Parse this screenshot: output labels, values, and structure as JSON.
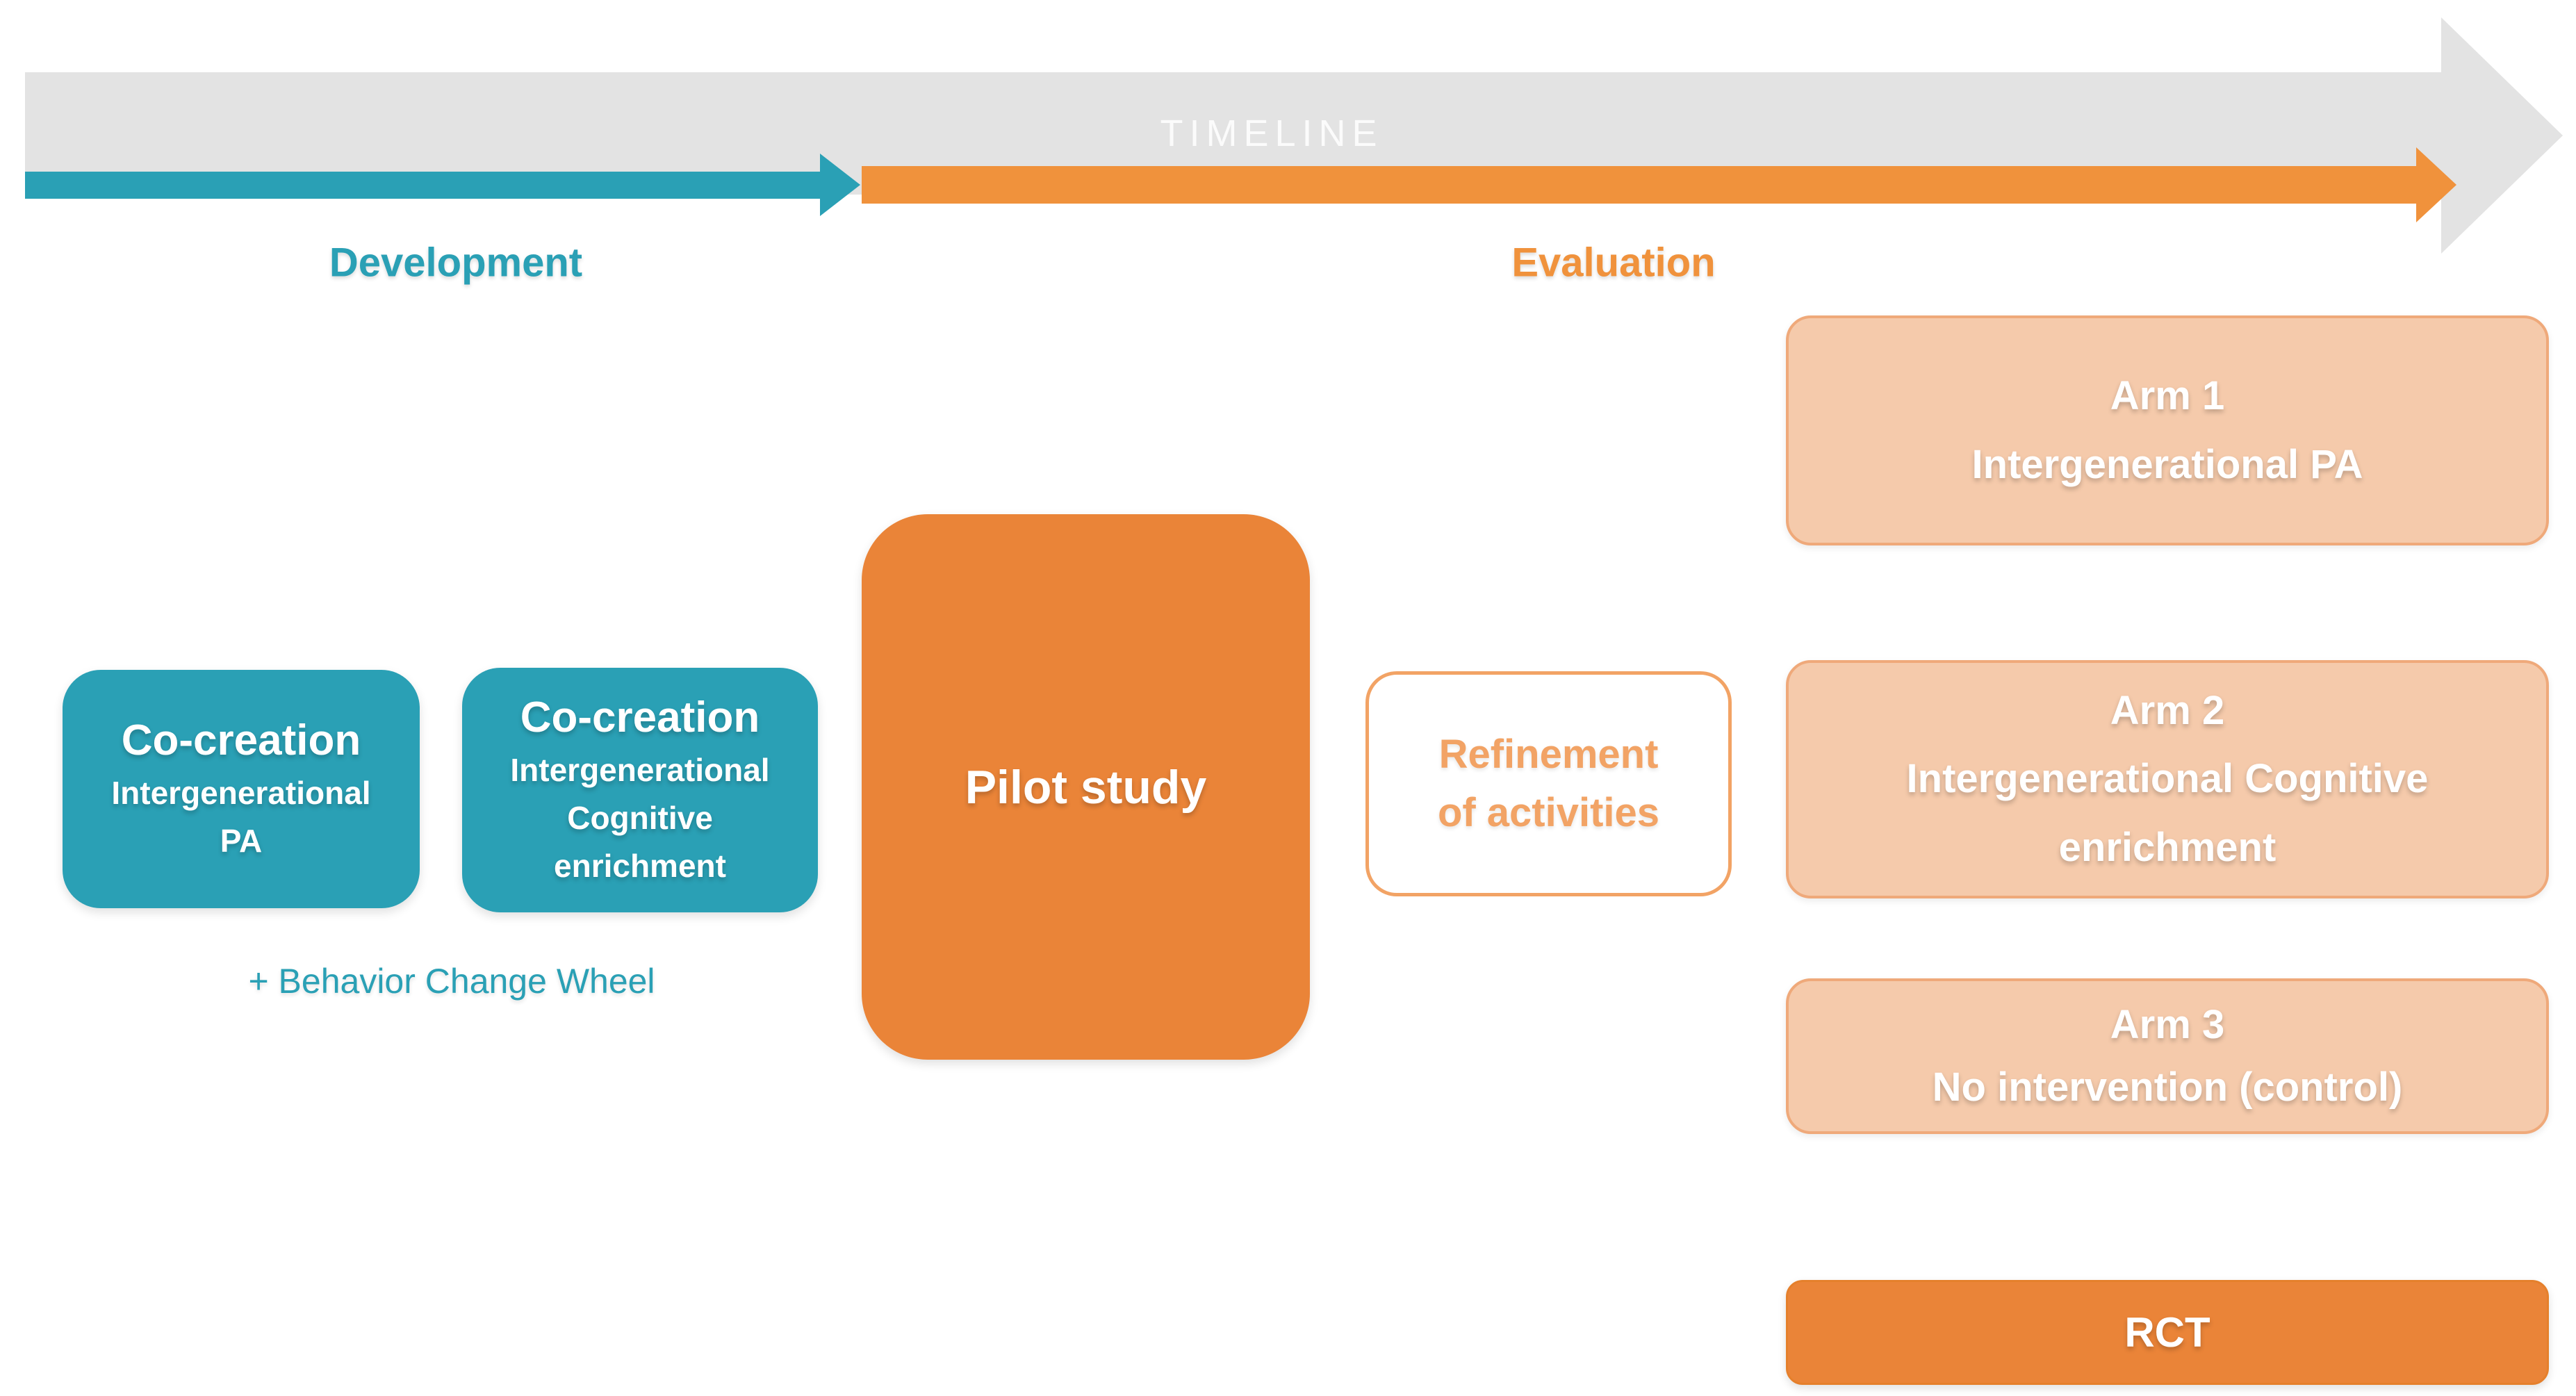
{
  "timeline": {
    "label": "TIMELINE",
    "development_label": "Development",
    "evaluation_label": "Evaluation"
  },
  "development": {
    "cocreation_pa": {
      "title": "Co-creation",
      "lines": [
        "Intergenerational",
        "PA"
      ]
    },
    "cocreation_cognitive": {
      "title": "Co-creation",
      "lines": [
        "Intergenerational",
        "Cognitive",
        "enrichment"
      ]
    },
    "note": "+ Behavior Change Wheel"
  },
  "pilot": {
    "label": "Pilot study"
  },
  "refinement": {
    "lines": [
      "Refinement",
      "of activities"
    ]
  },
  "arms": [
    {
      "title": "Arm 1",
      "lines": [
        "Intergenerational PA"
      ]
    },
    {
      "title": "Arm 2",
      "lines": [
        "Intergenerational Cognitive",
        "enrichment"
      ]
    },
    {
      "title": "Arm 3",
      "lines": [
        "No intervention (control)"
      ]
    }
  ],
  "rct": {
    "label": "RCT"
  },
  "colors": {
    "teal": "#2AA0B5",
    "orange": "#EA8438",
    "orange_arrow": "#F0923C",
    "arm_fill": "#F5CAAB",
    "arm_border": "#EFA97A",
    "refinement_accent": "#F2A365",
    "gray_arrow": "#E3E3E3",
    "timeline_text": "#FBFBFB"
  }
}
